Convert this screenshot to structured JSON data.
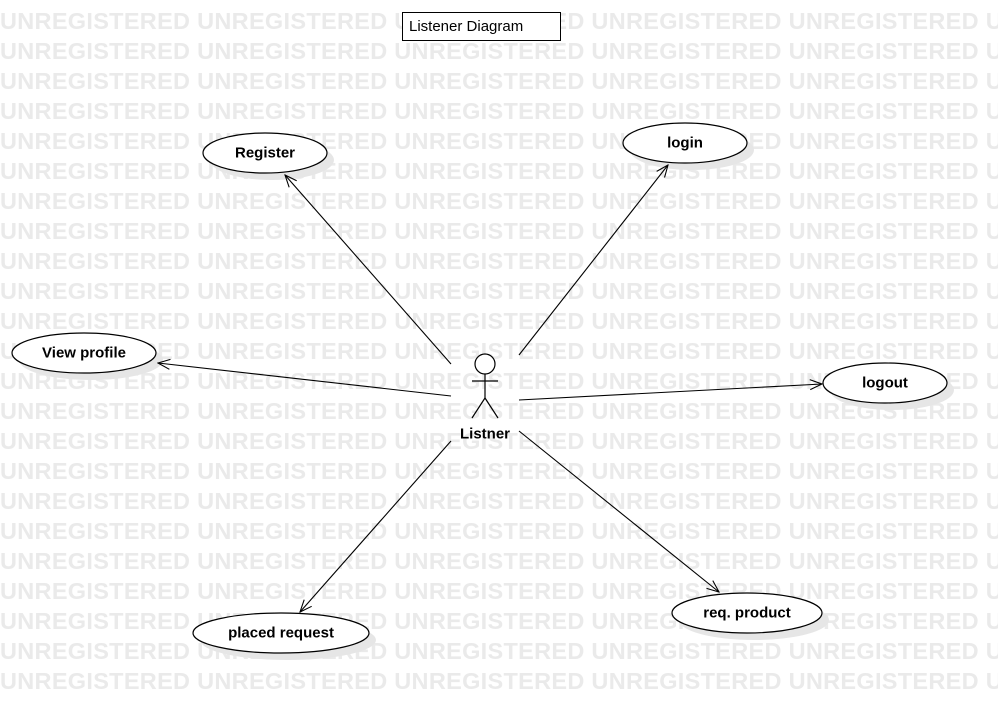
{
  "watermark": {
    "text": "UNREGISTERED",
    "color": "#eaeaea"
  },
  "diagram": {
    "title": "Listener Diagram",
    "actor": {
      "name": "Listner"
    },
    "use_cases": [
      {
        "id": "register",
        "label": "Register"
      },
      {
        "id": "login",
        "label": "login"
      },
      {
        "id": "view-profile",
        "label": "View profile"
      },
      {
        "id": "logout",
        "label": "logout"
      },
      {
        "id": "placed-request",
        "label": "placed request"
      },
      {
        "id": "req-product",
        "label": "req. product"
      }
    ],
    "associations": [
      {
        "from": "actor",
        "to": "register"
      },
      {
        "from": "actor",
        "to": "login"
      },
      {
        "from": "actor",
        "to": "view-profile"
      },
      {
        "from": "actor",
        "to": "logout"
      },
      {
        "from": "actor",
        "to": "placed-request"
      },
      {
        "from": "actor",
        "to": "req-product"
      }
    ],
    "line_color": "#000000",
    "shadow_color": "#e6e6e6"
  }
}
